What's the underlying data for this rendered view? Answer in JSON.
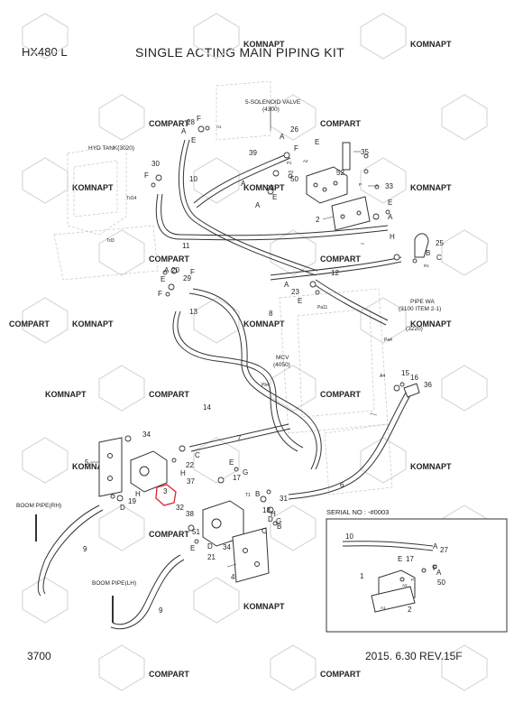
{
  "header": {
    "model": "HX480 L",
    "title": "SINGLE ACTING MAIN PIPING KIT"
  },
  "footer": {
    "page_number": "3700",
    "revision": "2015. 6.30  REV.15F"
  },
  "watermark": {
    "text_a": "KOMNAPT",
    "text_b": "COMPART",
    "color": "#d2d2d2"
  },
  "colors": {
    "line": "#333333",
    "faint": "#bdbdbd",
    "highlight": "#d9262c"
  },
  "labels": {
    "solenoid_valve": "5-SOLENOID VALVE",
    "solenoid_valve_ref": "(4300)",
    "hyd_tank": "HYD TANK(3020)",
    "td14": "Td14",
    "td3": "Td3",
    "pipe_wa": "PIPE WA",
    "pipe_wa_ref": "(3100 ITEM 2-1)",
    "ref_3220": "(3220)",
    "mcv": "MCV",
    "mcv_ref": "(4050)",
    "pa11": "Pa11",
    "pa4": "Pa4",
    "pb4": "Pb4",
    "a4": "A4",
    "t1": "T1",
    "boom_pipe_rh": "BOOM PIPE(RH)",
    "boom_pipe_lh": "BOOM PIPE(LH)",
    "serial_no": "SERIAL NO : -#0003",
    "p1": "P1",
    "p2": "P2",
    "a1": "A1",
    "a2": "A2",
    "r1": "R1",
    "p": "P"
  },
  "callouts": {
    "n1": "1",
    "n2": "2",
    "n3": "3",
    "n4": "4",
    "n5": "5",
    "n6": "6",
    "n7": "7",
    "n8": "8",
    "n9": "9",
    "n10": "10",
    "n11": "11",
    "n12": "12",
    "n13": "13",
    "n14": "14",
    "n15": "15",
    "n16": "16",
    "n17": "17",
    "n18": "18",
    "n19": "19",
    "n20": "20",
    "n21": "21",
    "n22": "22",
    "n23": "23",
    "n25": "25",
    "n26": "26",
    "n27": "27",
    "n28": "28",
    "n29": "29",
    "n30": "30",
    "n31": "31",
    "n32": "32",
    "n33": "33",
    "n34": "34",
    "n35": "35",
    "n36": "36",
    "n37": "37",
    "n38": "38",
    "n39": "39",
    "n50": "50",
    "n51": "51",
    "n52": "52",
    "la": "A",
    "lb": "B",
    "lc": "C",
    "ld": "D",
    "le": "E",
    "lf": "F",
    "lg": "G",
    "lh": "H"
  }
}
